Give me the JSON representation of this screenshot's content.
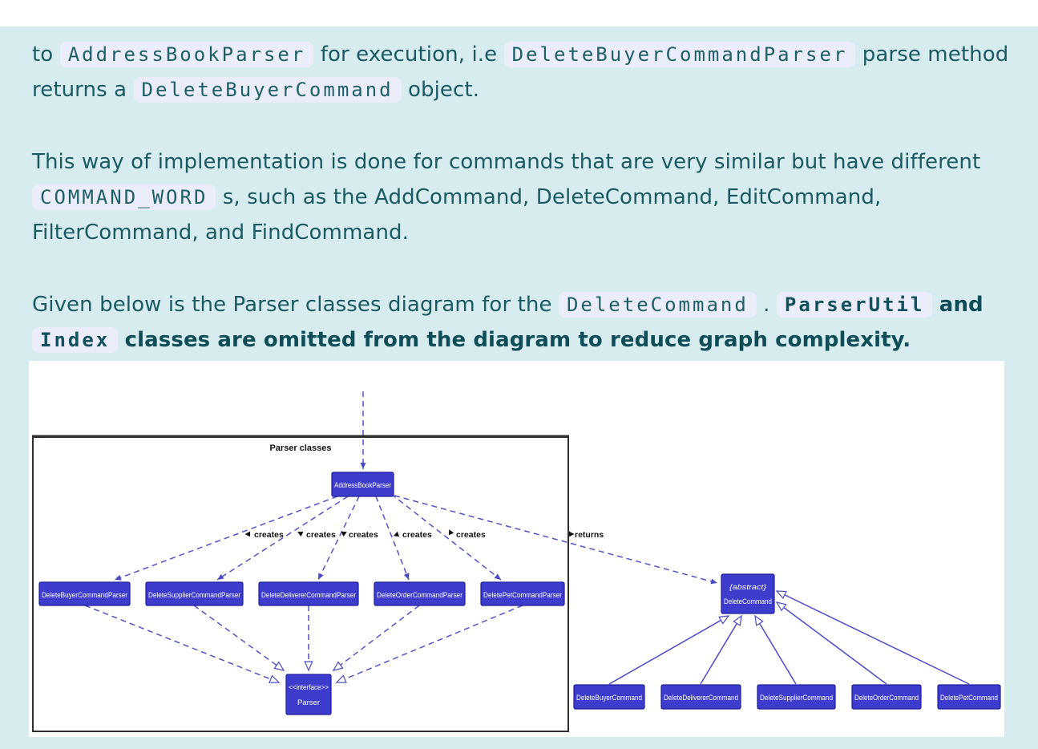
{
  "page": {
    "background_color": "#d7ecef",
    "top_strip_color": "#ffffff",
    "body_text_color": "#1a5a63",
    "code_chip_bg": "#ecedfa"
  },
  "paragraphs": {
    "p1": {
      "t1": "to",
      "c1": "AddressBookParser",
      "t2": "for execution, i.e",
      "c2": "DeleteBuyerCommandParser",
      "t3": "parse method returns a",
      "c3": "DeleteBuyerCommand",
      "t4": "object."
    },
    "p2": {
      "t1": "This way of implementation is done for commands that are very similar but have different",
      "c1": "COMMAND_WORD",
      "t2": "s, such as the AddCommand, DeleteCommand, EditCommand, FilterCommand, and FindCommand."
    },
    "p3": {
      "t1": "Given below is the Parser classes diagram for the",
      "c1": "DeleteCommand",
      "t2": ".",
      "c2": "ParserUtil",
      "t3": "and",
      "c3": "Index",
      "t4": "classes are omitted from the diagram to reduce graph complexity."
    }
  },
  "diagram": {
    "frame_title": "Parser classes",
    "labels": {
      "creates": "creates",
      "returns": "returns"
    },
    "nodes": {
      "root": "AddressBookParser",
      "parsers": [
        "DeleteBuyerCommandParser",
        "DeleteSupplierCommandParser",
        "DeleteDelivererCommandParser",
        "DeleteOrderCommandParser",
        "DeletePetCommandParser"
      ],
      "interface": {
        "stereotype": "<<interface>>",
        "name": "Parser"
      },
      "abstract": {
        "stereotype": "{abstract}",
        "name": "DeleteCommand"
      },
      "commands": [
        "DeleteBuyerCommand",
        "DeleteDelivererCommand",
        "DeleteSupplierCommand",
        "DeleteOrderCommand",
        "DeletePetCommand"
      ]
    },
    "colors": {
      "node_fill": "#3e3ccd",
      "node_border": "#1f1d99",
      "edge": "#5153cb",
      "frame_border": "#2f2f2f",
      "panel_bg": "#ffffff"
    }
  }
}
